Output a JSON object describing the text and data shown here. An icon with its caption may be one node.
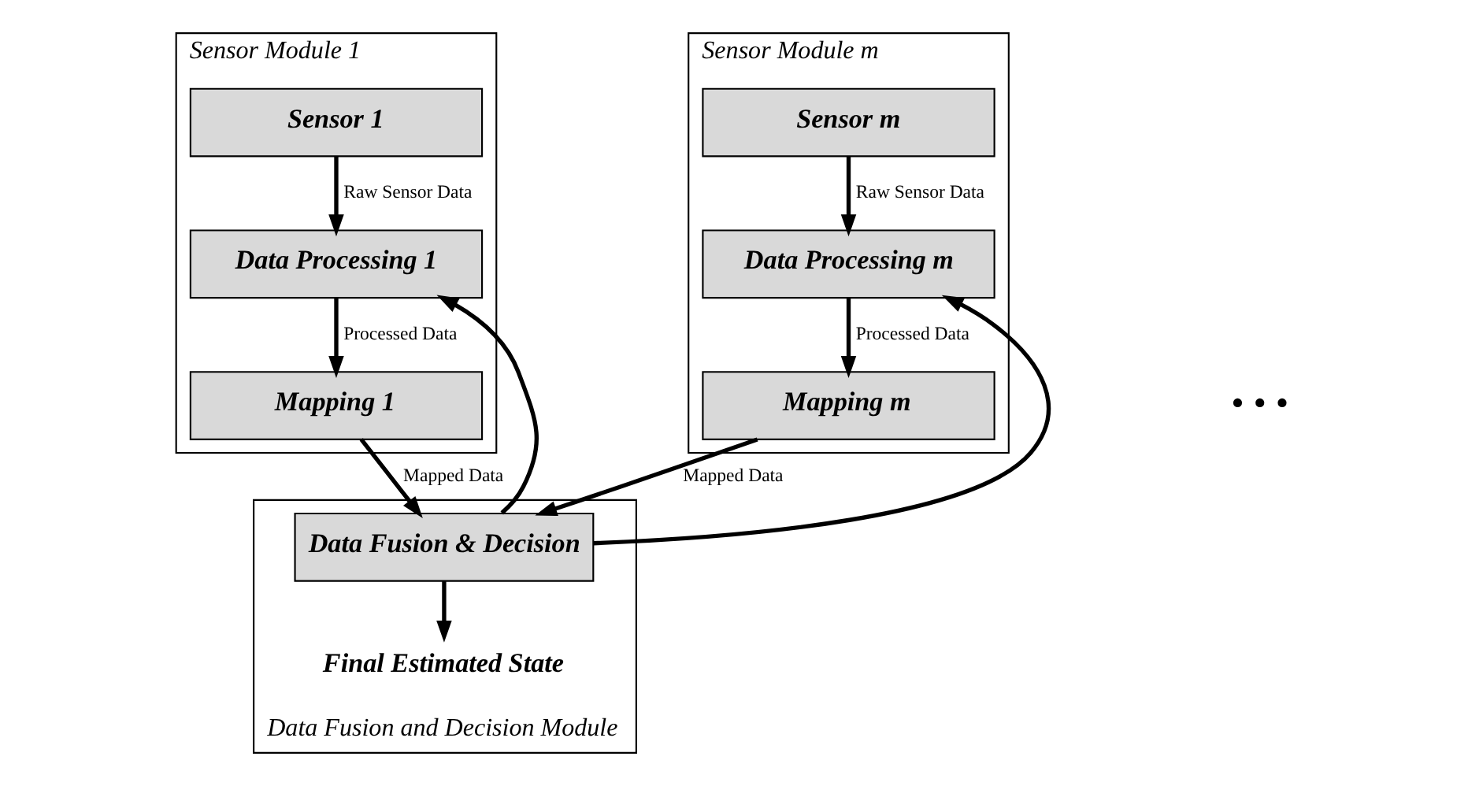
{
  "diagram": {
    "nodes": [
      {
        "text": [
          "Sensor Module 1"
        ]
      },
      {
        "text": [
          "Sensor 1"
        ],
        "in": 0
      },
      {
        "text": [
          "Data Processing 1"
        ],
        "in": 0
      },
      {
        "text": [
          "Mapping 1"
        ],
        "in": 0
      },
      {
        "text": [
          "Sensor Module m"
        ]
      },
      {
        "text": [
          "Sensor m"
        ],
        "in": 4
      },
      {
        "text": [
          "Data Processing m"
        ],
        "in": 4
      },
      {
        "text": [
          "Mapping m"
        ],
        "in": 4
      },
      {
        "text": [
          "Data Fusion and Decision Module"
        ]
      },
      {
        "text": [
          "Data Fusion & Decision"
        ],
        "in": 8
      },
      {
        "text": [
          "Final Estimated State"
        ],
        "in": 8
      }
    ],
    "edges": [
      {
        "from": 1,
        "to": 2,
        "arrow": "to",
        "label": "Raw Sensor Data"
      },
      {
        "from": 2,
        "to": 3,
        "arrow": "to",
        "label": "Processed Data"
      },
      {
        "from": 5,
        "to": 6,
        "arrow": "to",
        "label": "Raw Sensor Data"
      },
      {
        "from": 6,
        "to": 7,
        "arrow": "to",
        "label": "Processed Data"
      },
      {
        "from": 3,
        "to": 9,
        "arrow": "to",
        "label": "Mapped Data"
      },
      {
        "from": 7,
        "to": 9,
        "arrow": "to",
        "label": "Mapped Data"
      },
      {
        "from": 9,
        "to": 10,
        "arrow": "to"
      },
      {
        "from": 9,
        "to": 2,
        "arrow": "to"
      },
      {
        "from": 9,
        "to": 6,
        "arrow": "to"
      }
    ],
    "labels": [
      "• • •"
    ]
  }
}
